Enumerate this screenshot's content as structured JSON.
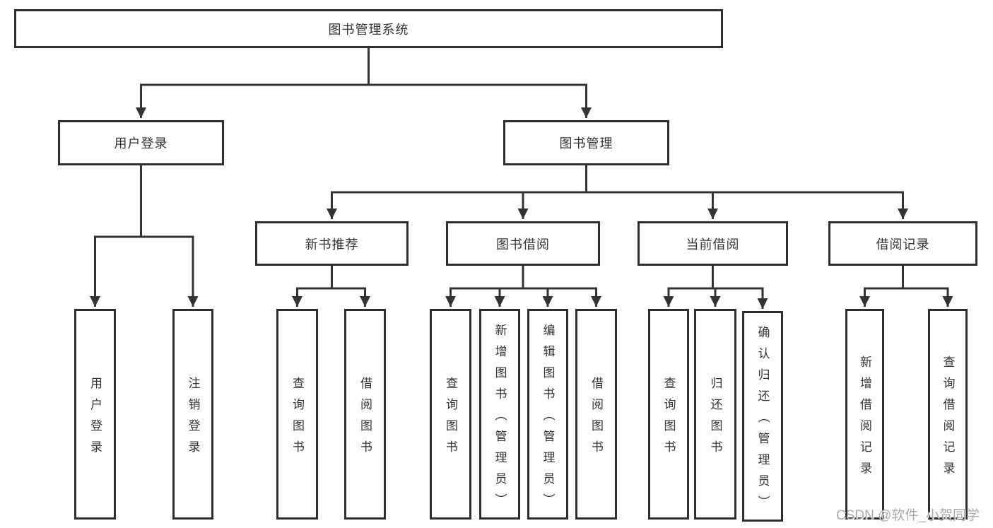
{
  "diagram_title": "图书管理系统",
  "watermark": "CSDN @软件_小贺同学",
  "colors": {
    "line": "#333333",
    "box_border": "#2e2e2e",
    "text": "#333333",
    "watermark": "#a9a9a9",
    "background": "#ffffff"
  },
  "tree": {
    "root": {
      "label": "图书管理系统"
    },
    "login": {
      "label": "用户登录",
      "children": [
        {
          "label": "用户登录"
        },
        {
          "label": "注销登录"
        }
      ]
    },
    "mgmt": {
      "label": "图书管理",
      "children": [
        {
          "label": "新书推荐",
          "children": [
            {
              "label": "查询图书"
            },
            {
              "label": "借阅图书"
            }
          ]
        },
        {
          "label": "图书借阅",
          "children": [
            {
              "label": "查询图书"
            },
            {
              "label": "新增图书（管理员）"
            },
            {
              "label": "编辑图书（管理员）"
            },
            {
              "label": "借阅图书"
            }
          ]
        },
        {
          "label": "当前借阅",
          "children": [
            {
              "label": "查询图书"
            },
            {
              "label": "归还图书"
            },
            {
              "label": "确认归还（管理员）"
            }
          ]
        },
        {
          "label": "借阅记录",
          "children": [
            {
              "label": "新增借阅记录"
            },
            {
              "label": "查询借阅记录"
            }
          ]
        }
      ]
    }
  }
}
